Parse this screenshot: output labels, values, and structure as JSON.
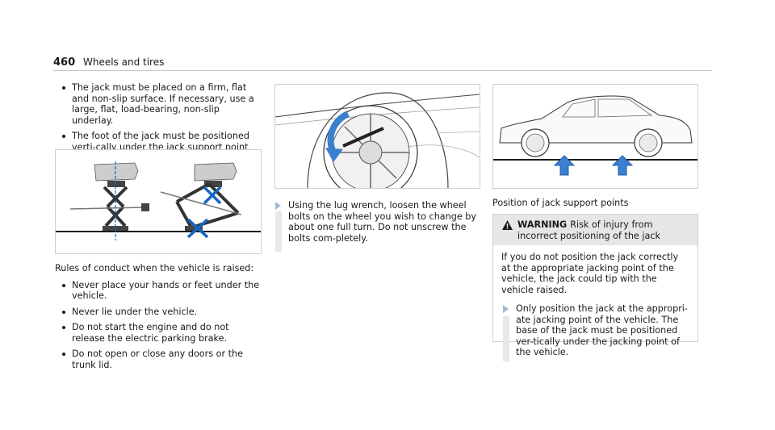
{
  "header": {
    "page_number": "460",
    "section_title": "Wheels and tires"
  },
  "left_column": {
    "bullets_top": [
      "The jack must be placed on a firm, flat and non-slip surface. If necessary, use a large, flat, load-bearing, non-slip underlay.",
      "The foot of the jack must be positioned verti-cally under the jack support point."
    ],
    "rules_intro": "Rules of conduct when the vehicle is raised:",
    "rules": [
      "Never place your hands or feet under the vehicle.",
      "Never lie under the vehicle.",
      "Do not start the engine and do not release the electric parking brake.",
      "Do not open or close any doors or the trunk lid."
    ]
  },
  "middle_column": {
    "step": "Using the lug wrench, loosen the wheel bolts on the wheel you wish to change by about one full turn. Do not unscrew the bolts com-pletely."
  },
  "right_column": {
    "caption": "Position of jack support points",
    "warning": {
      "label": "WARNING",
      "title": "Risk of injury from incorrect positioning of the jack",
      "body": "If you do not position the jack correctly at the appropriate jacking point of the vehicle, the jack could tip with the vehicle raised.",
      "step": "Only position the jack at the appropri-ate jacking point of the vehicle. The base of the jack must be positioned ver-tically under the jacking point of the vehicle."
    }
  },
  "colors": {
    "accent_blue": "#1565c0",
    "arrow_blue": "#3b7fd0",
    "step_marker": "#9fbbdb",
    "warning_bg": "#e6e6e6"
  },
  "icons": {
    "bullet": "bullet-dot-icon",
    "step": "step-triangle-icon",
    "warning": "warning-triangle-icon"
  }
}
